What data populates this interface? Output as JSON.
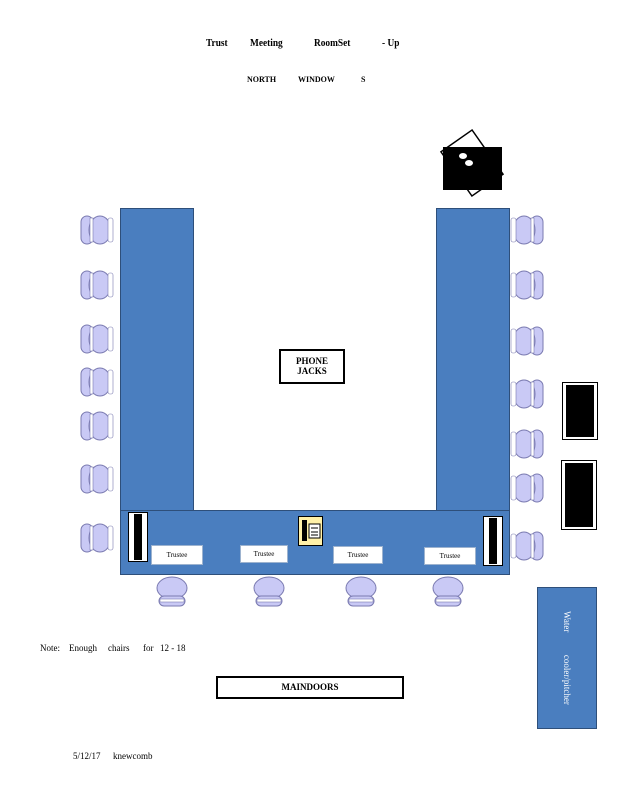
{
  "header": {
    "title_words": [
      "Trust",
      "Meeting",
      "RoomSet",
      "- Up"
    ],
    "orientation_words": [
      "NORTH",
      "WINDOW",
      "S"
    ]
  },
  "room": {
    "phone_jacks_label_line1": "PHONE",
    "phone_jacks_label_line2": "JACKS",
    "trustee_labels": [
      "Trustee",
      "Trustee",
      "Trustee",
      "Trustee"
    ],
    "main_doors_label": "MAINDOORS",
    "water_cooler_words": [
      "Water",
      "cooler/pitcher"
    ]
  },
  "footer": {
    "note_words": [
      "Note:",
      "Enough",
      "chairs",
      "for",
      "12 - 18"
    ],
    "date": "5/12/17",
    "author": "knewcomb"
  },
  "colors": {
    "table_fill": "#4a7ebf",
    "table_border": "#2e4f7a",
    "chair_fill": "#c9c9f5",
    "chair_stroke": "#7a7ab0"
  }
}
